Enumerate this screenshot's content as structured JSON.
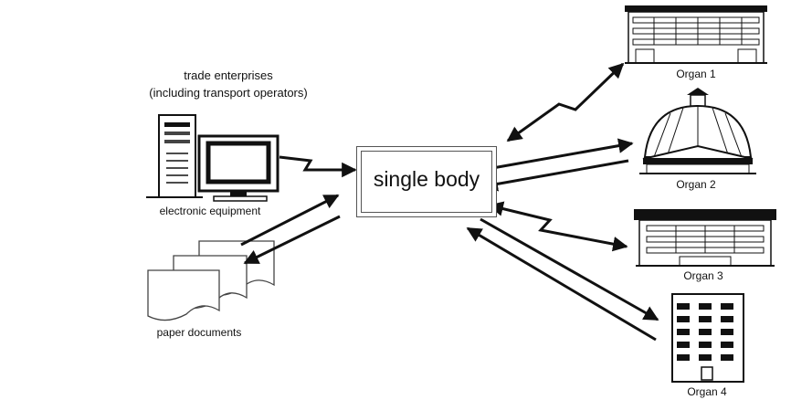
{
  "hub": {
    "label": "single body"
  },
  "left": {
    "title_line1": "trade enterprises",
    "title_line2": "(including transport operators)",
    "electronic_label": "electronic equipment",
    "paper_label": "paper documents"
  },
  "organs": [
    {
      "label": "Organ 1",
      "icon": "office-building-icon"
    },
    {
      "label": "Organ 2",
      "icon": "domed-building-icon"
    },
    {
      "label": "Organ 3",
      "icon": "government-building-icon"
    },
    {
      "label": "Organ 4",
      "icon": "tower-building-icon"
    }
  ],
  "connections": [
    {
      "from": "electronic equipment",
      "to": "single body",
      "style": "lightning-arrow"
    },
    {
      "from": "paper documents",
      "to": "single body",
      "style": "double-arrow"
    },
    {
      "from": "Organ 1",
      "to": "single body",
      "style": "lightning-arrow"
    },
    {
      "from": "Organ 2",
      "to": "single body",
      "style": "double-arrow"
    },
    {
      "from": "single body",
      "to": "Organ 3",
      "style": "lightning-arrow"
    },
    {
      "from": "Organ 4",
      "to": "single body",
      "style": "double-arrow"
    }
  ]
}
